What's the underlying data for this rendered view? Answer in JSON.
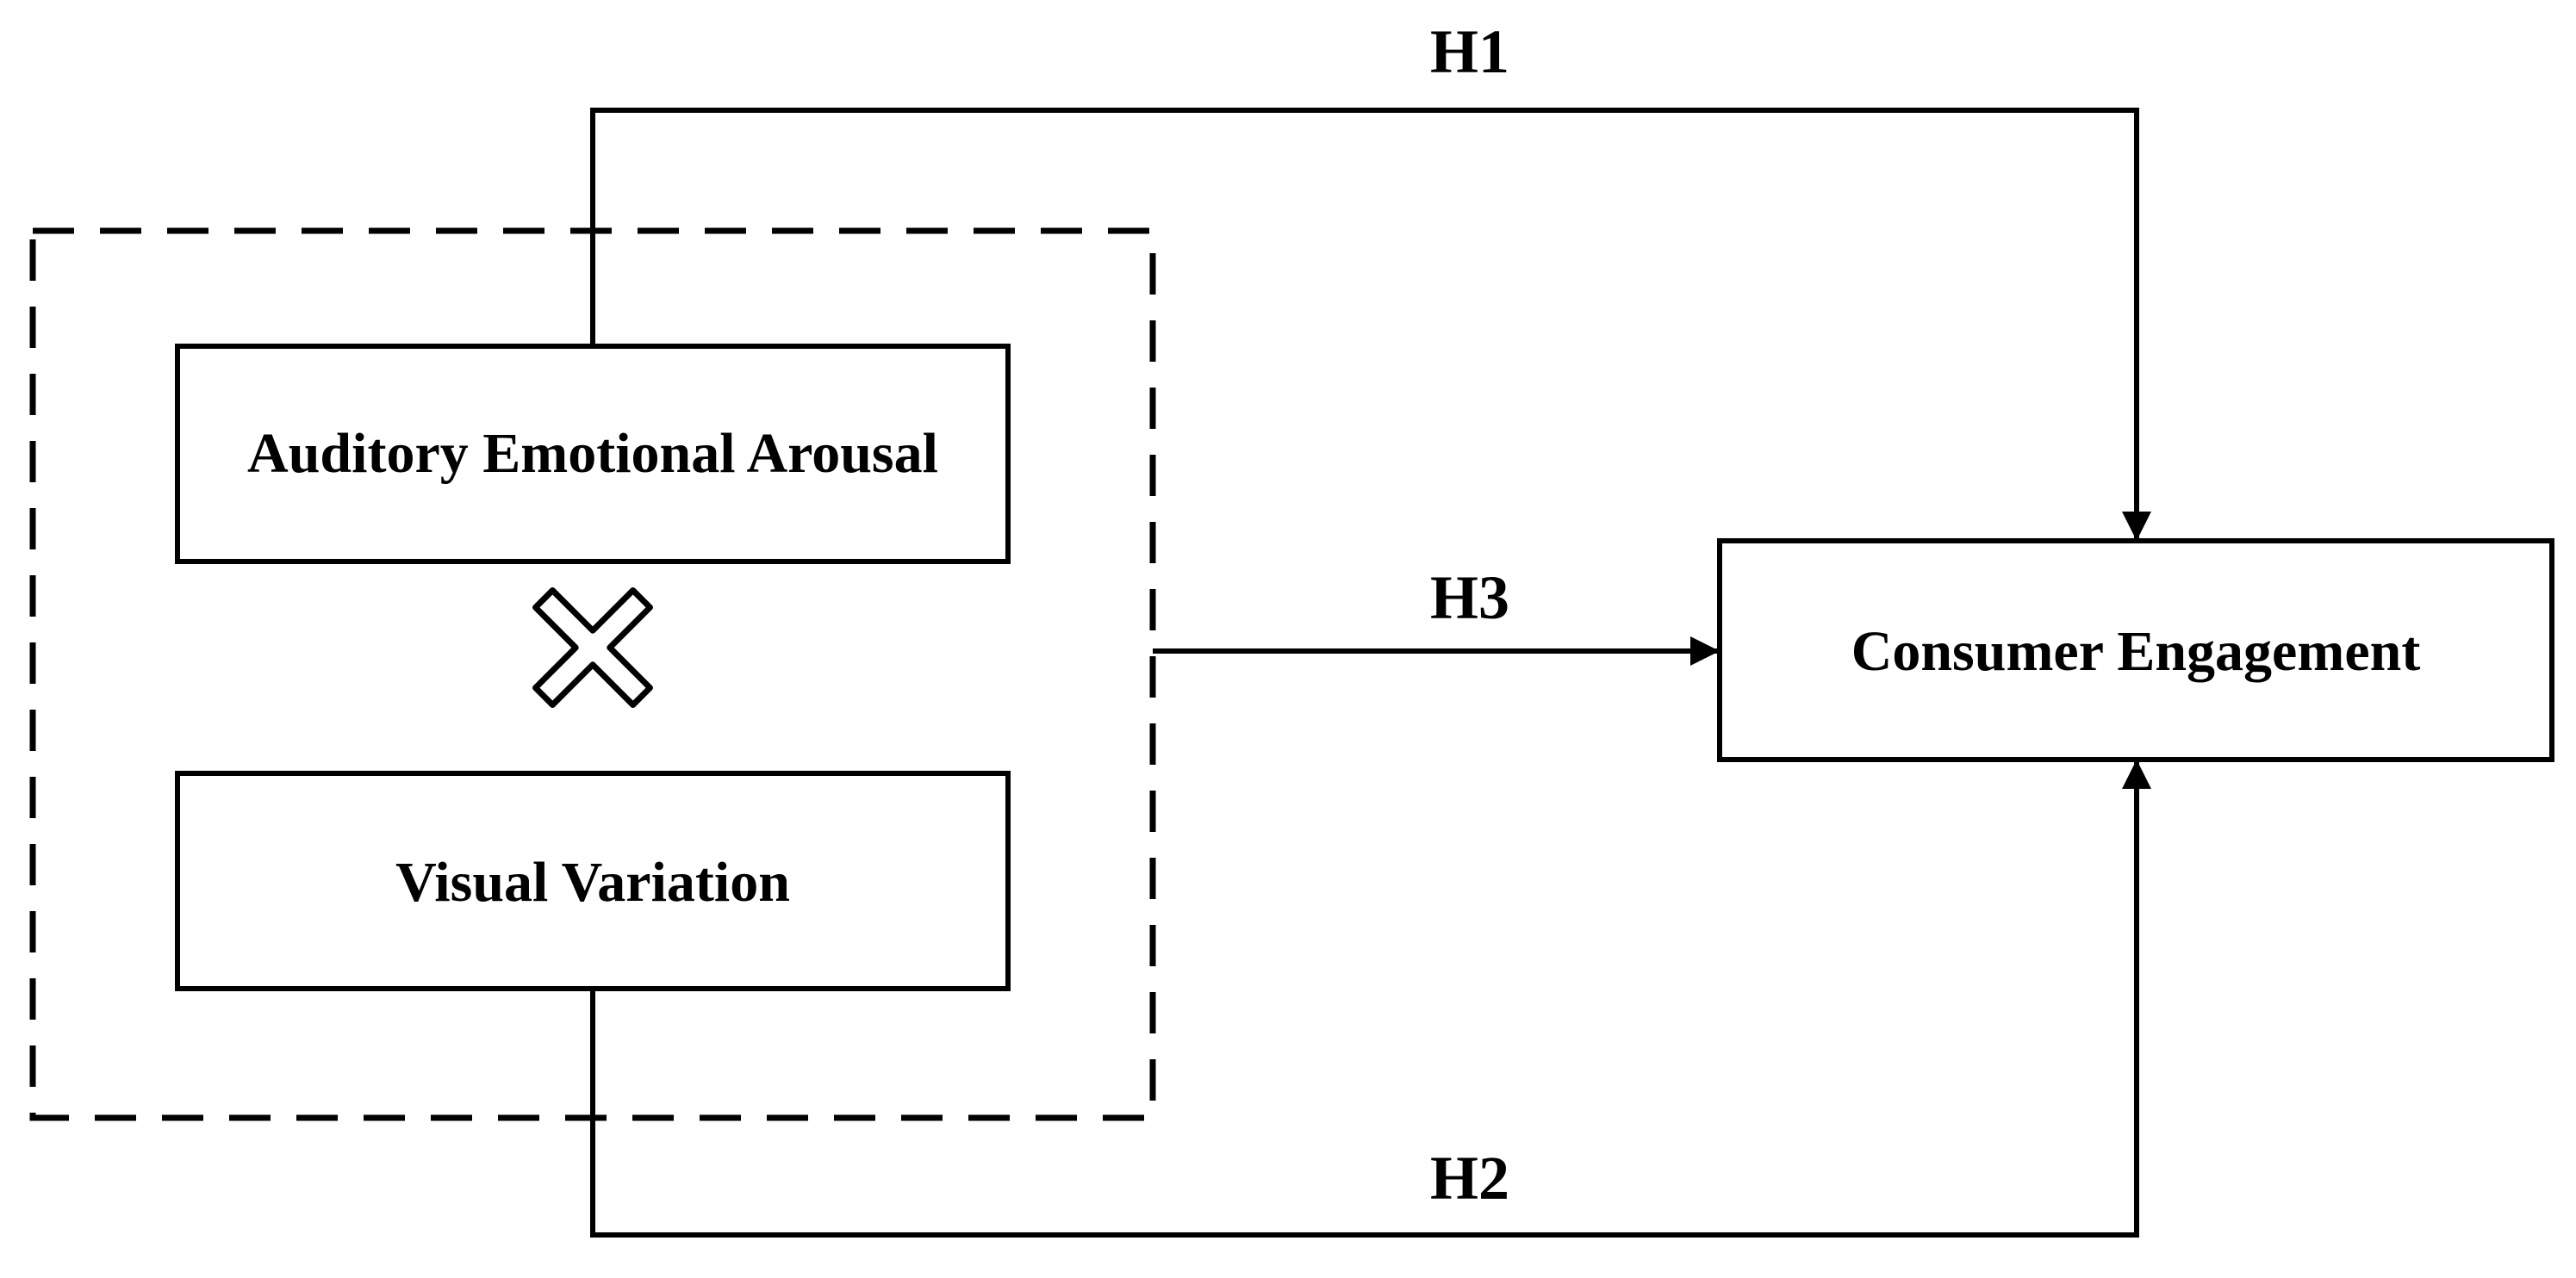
{
  "diagram": {
    "nodes": {
      "auditory": "Auditory Emotional Arousal",
      "visual": "Visual Variation",
      "engagement": "Consumer Engagement"
    },
    "paths": {
      "h1": "H1",
      "h2": "H2",
      "h3": "H3"
    },
    "interaction_symbol": "multiply-icon"
  },
  "colors": {
    "line": "#000000",
    "background": "#ffffff"
  }
}
